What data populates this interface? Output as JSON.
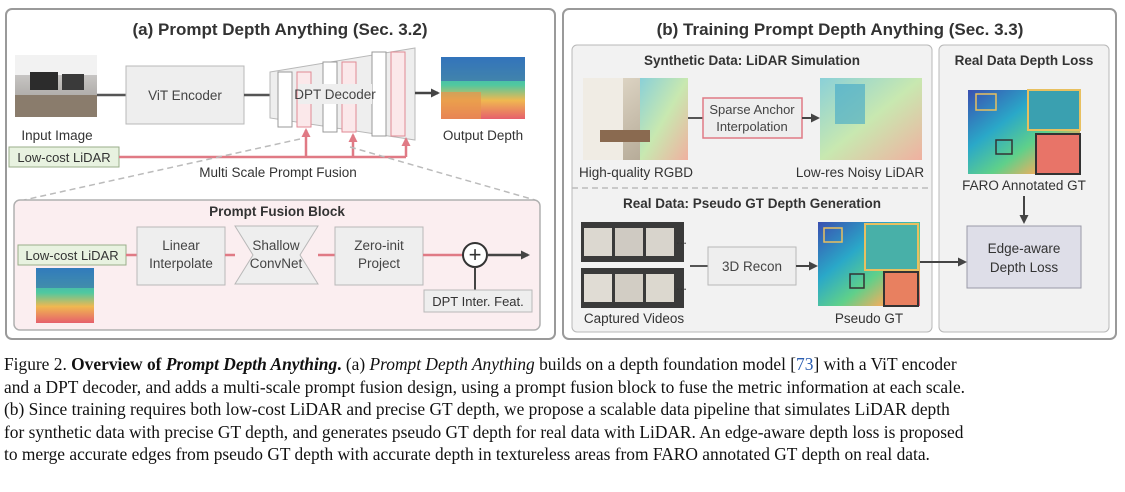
{
  "panel_a": {
    "title": "(a) Prompt Depth Anything (Sec. 3.2)",
    "input_image_label": "Input Image",
    "vit_encoder": "ViT Encoder",
    "dpt_decoder": "DPT Decoder",
    "output_depth_label": "Output Depth",
    "lidar_label": "Low-cost LiDAR",
    "multi_scale_label": "Multi Scale Prompt Fusion",
    "fusion_block": {
      "title": "Prompt Fusion Block",
      "lidar_label": "Low-cost LiDAR",
      "linear_line1": "Linear",
      "linear_line2": "Interpolate",
      "shallow_line1": "Shallow",
      "shallow_line2": "ConvNet",
      "zero_line1": "Zero-init",
      "zero_line2": "Project",
      "plus_symbol": "+",
      "dpt_feat": "DPT Inter. Feat."
    }
  },
  "panel_b": {
    "title": "(b) Training Prompt Depth Anything (Sec. 3.3)",
    "synthetic_title": "Synthetic Data: LiDAR Simulation",
    "sparse_line1": "Sparse Anchor",
    "sparse_line2": "Interpolation",
    "hq_rgbd": "High-quality RGBD",
    "lowres_lidar": "Low-res Noisy LiDAR",
    "real_title": "Real Data: Pseudo GT Depth Generation",
    "recon": "3D Recon",
    "captured": "Captured Videos",
    "pseudo_gt": "Pseudo GT",
    "real_loss_title": "Real Data Depth Loss",
    "faro": "FARO Annotated GT",
    "edge_line1": "Edge-aware",
    "edge_line2": "Depth Loss",
    "dots": "..."
  },
  "caption": {
    "fig_label": "Figure 2.",
    "title_bold": "Overview of ",
    "title_italic": "Prompt Depth Anything",
    "title_end": ".",
    "a_open": " (a) ",
    "a_name": "Prompt Depth Anything",
    "a_text1": " builds on a depth foundation model [",
    "ref": "73",
    "a_text2": "] with a ViT encoder",
    "l2": "and a DPT decoder, and adds a multi-scale prompt fusion design, using a prompt fusion block to fuse the metric information at each scale.",
    "l3": "(b) Since training requires both low-cost LiDAR and precise GT depth, we propose a scalable data pipeline that simulates LiDAR depth",
    "l4": "for synthetic data with precise GT depth, and generates pseudo GT depth for real data with LiDAR. An edge-aware depth loss is proposed",
    "l5": "to merge accurate edges from pseudo GT depth with accurate depth in textureless areas from FARO annotated GT depth on real data."
  }
}
